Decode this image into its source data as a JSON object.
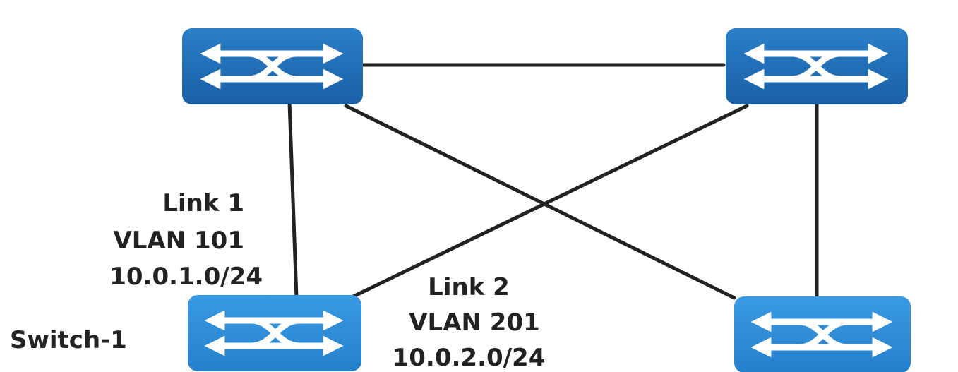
{
  "colors": {
    "switch_fill_dark": "#1f6db8",
    "switch_fill_light": "#2b8ad6",
    "link_line": "#222222",
    "label_text": "#222222",
    "arrow": "#ffffff"
  },
  "nodes": [
    {
      "id": "switch-top-left",
      "icon": "network-switch-icon",
      "label": ""
    },
    {
      "id": "switch-top-right",
      "icon": "network-switch-icon",
      "label": ""
    },
    {
      "id": "switch-bottom-left",
      "icon": "network-switch-icon",
      "label": "Switch-1"
    },
    {
      "id": "switch-bottom-right",
      "icon": "network-switch-icon",
      "label": ""
    }
  ],
  "links": [
    {
      "from": "switch-top-left",
      "to": "switch-top-right"
    },
    {
      "from": "switch-top-left",
      "to": "switch-bottom-left",
      "name": "Link 1",
      "vlan": "VLAN 101",
      "subnet": "10.0.1.0/24"
    },
    {
      "from": "switch-top-left",
      "to": "switch-bottom-right"
    },
    {
      "from": "switch-top-right",
      "to": "switch-bottom-left",
      "name": "Link 2",
      "vlan": "VLAN 201",
      "subnet": "10.0.2.0/24"
    },
    {
      "from": "switch-top-right",
      "to": "switch-bottom-right"
    }
  ],
  "labels": {
    "switch1": "Switch-1",
    "link1": {
      "name": "Link 1",
      "vlan": "VLAN 101",
      "subnet": "10.0.1.0/24"
    },
    "link2": {
      "name": "Link 2",
      "vlan": "VLAN 201",
      "subnet": "10.0.2.0/24"
    }
  }
}
